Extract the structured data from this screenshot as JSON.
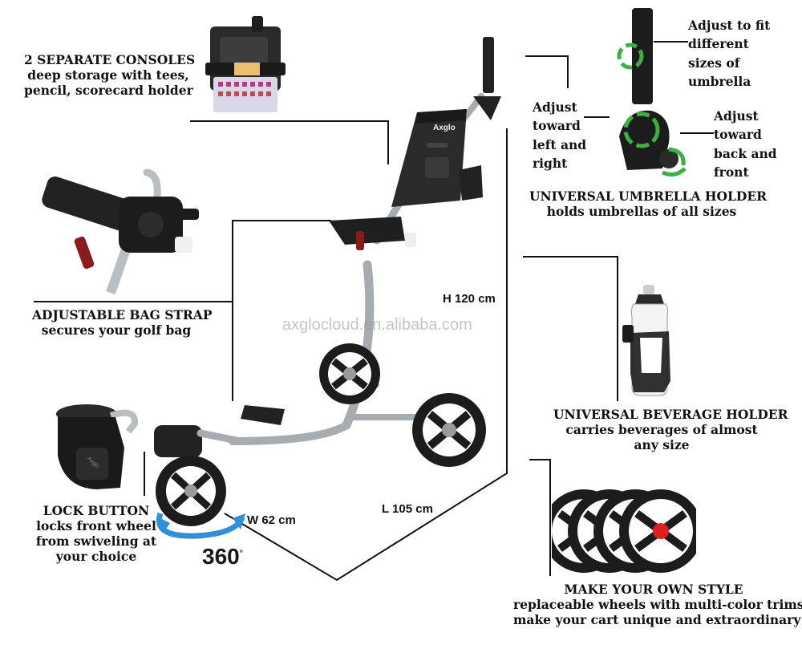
{
  "watermark": "axglocloud.en.alibaba.com",
  "brand": "Axglo",
  "dimensions": {
    "height": "H 120 cm",
    "length": "L 105 cm",
    "width": "W 62 cm",
    "rotation": "360"
  },
  "features": {
    "consoles": {
      "title": "2 SEPARATE CONSOLES",
      "lines": [
        "deep storage with tees,",
        "pencil, scorecard holder"
      ]
    },
    "bag_strap": {
      "title": "ADJUSTABLE BAG STRAP",
      "lines": [
        "secures your golf bag"
      ]
    },
    "lock_button": {
      "title": "LOCK BUTTON",
      "lines": [
        "locks front wheel",
        "from swiveling at",
        "your choice"
      ]
    },
    "umbrella": {
      "title": "UNIVERSAL UMBRELLA HOLDER",
      "lines": [
        "holds umbrellas of all sizes"
      ]
    },
    "umbrella_fit": [
      "Adjust to fit",
      "different",
      "sizes of",
      "umbrella"
    ],
    "umbrella_lr": [
      "Adjust",
      "toward",
      "left and",
      "right"
    ],
    "umbrella_bf": [
      "Adjust",
      "toward",
      "back and",
      "front"
    ],
    "beverage": {
      "title": "UNIVERSAL BEVERAGE HOLDER",
      "lines": [
        "carries beverages of almost",
        "any size"
      ]
    },
    "style": {
      "title": "MAKE YOUR OWN STYLE",
      "lines": [
        "replaceable wheels with multi-color trims",
        "make your cart unique and extraordinary"
      ]
    }
  },
  "colors": {
    "frame": "#9aa0a6",
    "dark": "#1e1e1e",
    "arrow": "#2f8fd8",
    "adjust": "#3cb043",
    "trim_green": "#2ecc40",
    "trim_blue": "#1e73e8",
    "trim_red": "#e02020",
    "trim_gray": "#9a9a9a"
  }
}
